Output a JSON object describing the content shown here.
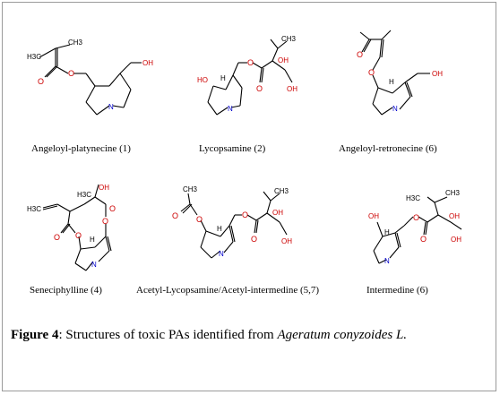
{
  "structures": [
    {
      "name": "Angeloyl-platynecine",
      "number": "(1)",
      "atoms": {
        "h3c": "H3C",
        "ch3": "CH3",
        "o_ester": "O",
        "o_carbonyl": "O",
        "n": "N",
        "oh": "OH"
      }
    },
    {
      "name": "Lycopsamine",
      "number": "(2)",
      "atoms": {
        "ho": "HO",
        "h": "H",
        "n": "N",
        "o_ester": "O",
        "o_carbonyl": "O",
        "ch3": "CH3",
        "oh1": "OH",
        "oh2": "OH"
      }
    },
    {
      "name": "Angeloyl-retronecine",
      "number": "(6)",
      "atoms": {
        "o_carbonyl": "O",
        "o_ester": "O",
        "h": "H",
        "n": "N",
        "oh": "OH"
      }
    },
    {
      "name": "Seneciphylline",
      "number": "(4)",
      "atoms": {
        "h3c_left": "H3C",
        "h3c_top": "H3C",
        "oh": "OH",
        "o_left": "O",
        "o_right": "O",
        "o_ring1": "O",
        "o_ring2": "O",
        "h": "H",
        "n": "N"
      }
    },
    {
      "name": "Acetyl-Lycopsamine/Acetyl-intermedine",
      "number": "(5,7)",
      "atoms": {
        "ch3": "CH3",
        "o1": "O",
        "o2": "O",
        "h": "H",
        "n": "N",
        "o3": "O",
        "o4": "O",
        "ch3b": "CH3",
        "oh1": "OH",
        "oh2": "OH"
      }
    },
    {
      "name": "Intermedine",
      "number": "(6)",
      "atoms": {
        "h3c": "H3C",
        "ch3": "CH3",
        "oh": "OH",
        "oh2": "OH",
        "o1": "O",
        "o2": "O",
        "h": "H",
        "n": "N",
        "ho": "OH"
      }
    }
  ],
  "caption": {
    "label": "Figure 4",
    "text": ": Structures of toxic PAs identified from ",
    "species": "Ageratum conyzoides L."
  }
}
